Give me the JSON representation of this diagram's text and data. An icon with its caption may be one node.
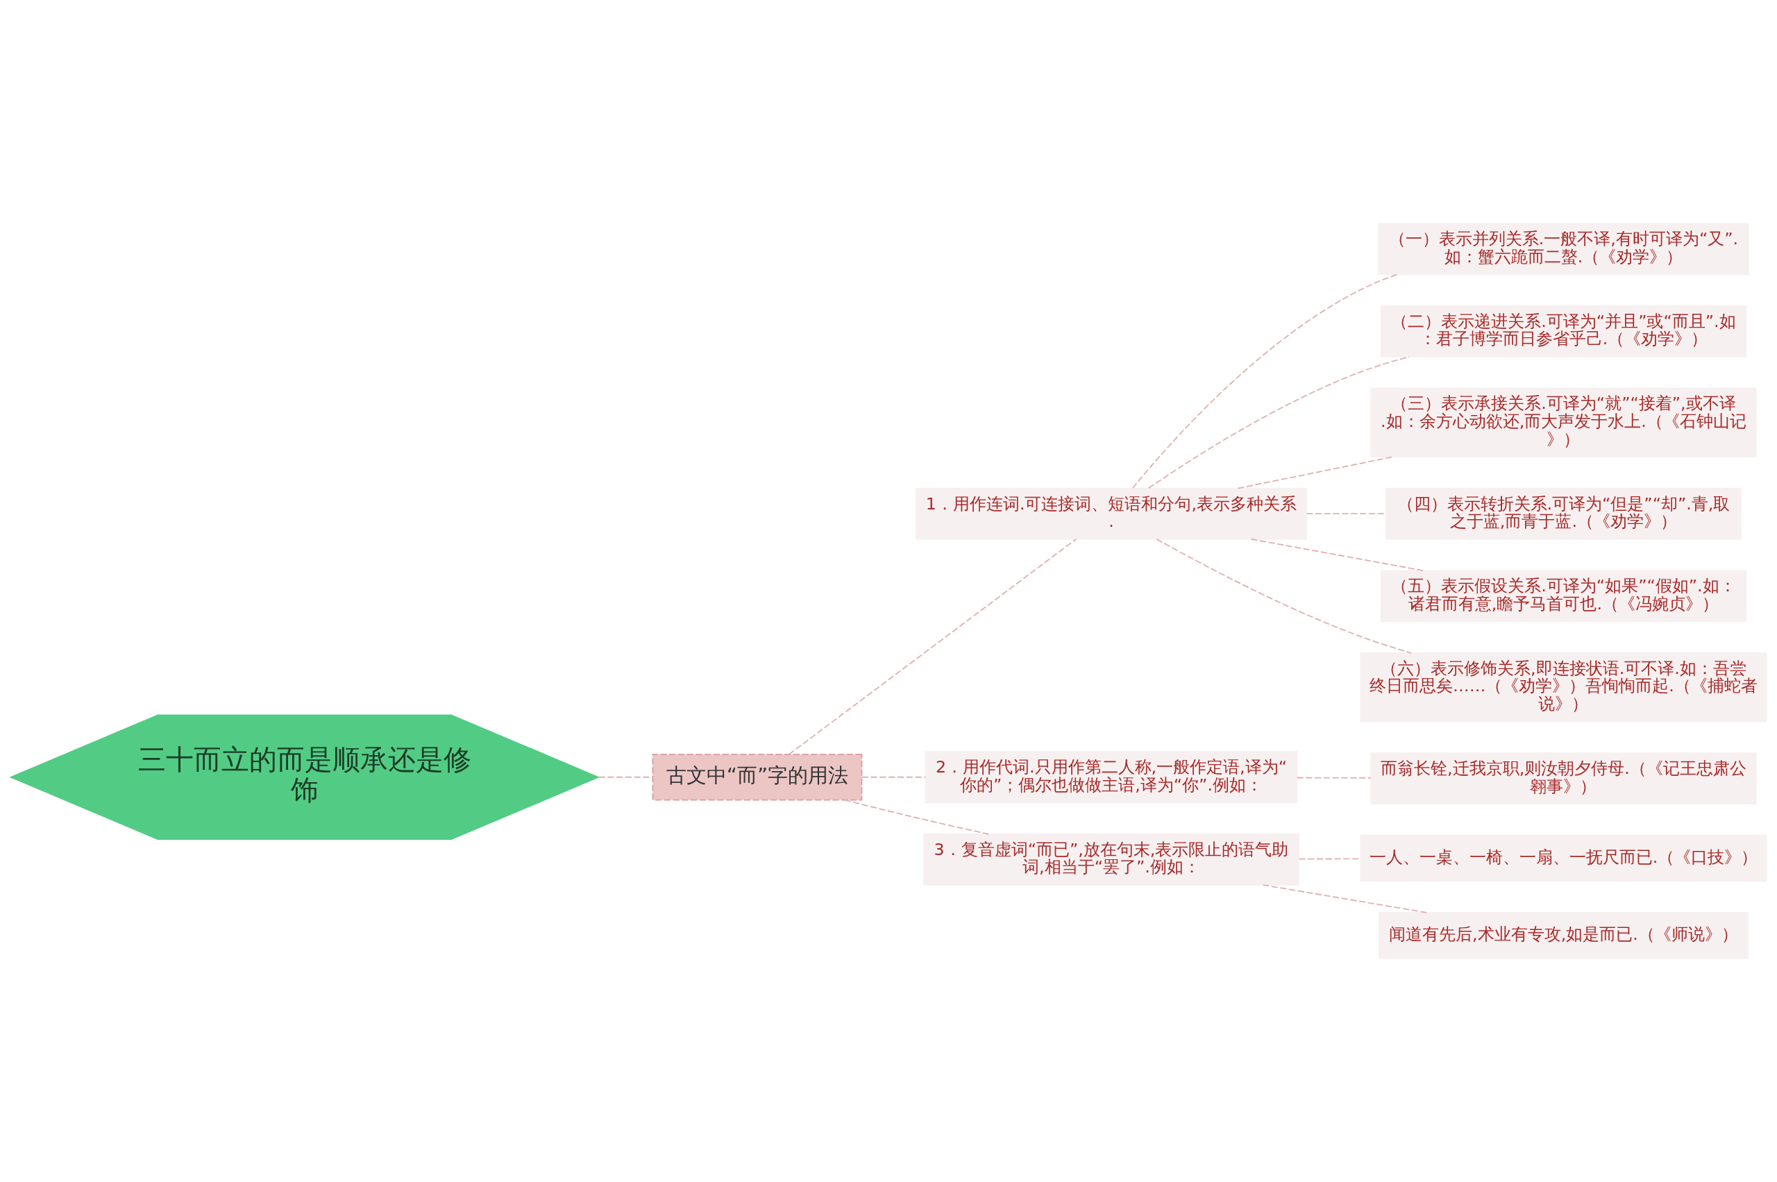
{
  "diagram": {
    "nodes": [
      {
        "text": [
          "三十而立的而是顺承还是修饰"
        ]
      },
      {
        "text": [
          "古文中“而”字的用法"
        ]
      },
      {
        "text": [
          "1．用作连词.可连接词、短语和分句,表示多种关系."
        ]
      },
      {
        "text": [
          "（一）表示并列关系.一般不译,有时可译为“又”.如：蟹六跪而二螯.（《劝学》）"
        ]
      },
      {
        "text": [
          "（二）表示递进关系.可译为“并且”或“而且”.如：君子博学而日参省乎己.（《劝学》）"
        ]
      },
      {
        "text": [
          "（三）表示承接关系.可译为“就”“接着”,或不译.如：余方心动欲还,而大声发于水上.（《石钟山记》）"
        ]
      },
      {
        "text": [
          "（四）表示转折关系.可译为“但是”“却”.青,取之于蓝,而青于蓝.（《劝学》）"
        ]
      },
      {
        "text": [
          "（五）表示假设关系.可译为“如果”“假如”.如：诸君而有意,瞻予马首可也.（《冯婉贞》）"
        ]
      },
      {
        "text": [
          "（六）表示修饰关系,即连接状语.可不译.如：吾尝终日而思矣……（《劝学》）吾恂恂而起.（《捕蛇者说》）"
        ]
      },
      {
        "text": [
          "2．用作代词.只用作第二人称,一般作定语,译为“你的”；偶尔也做做主语,译为“你”.例如："
        ]
      },
      {
        "text": [
          "而翁长铨,迁我京职,则汝朝夕侍母.（《记王忠肃公翱事》）"
        ]
      },
      {
        "text": [
          "3．复音虚词“而已”,放在句末,表示限止的语气助词,相当于“罢了”.例如："
        ]
      },
      {
        "text": [
          "一人、一桌、一椅、一扇、一抚尺而已.（《口技》）"
        ]
      },
      {
        "text": [
          "闻道有先后,术业有专攻,如是而已.（《师说》）"
        ]
      }
    ],
    "edges": [
      {
        "from": 0,
        "to": 1,
        "arrow": "none",
        "style": "dashed"
      },
      {
        "from": 1,
        "to": 2,
        "arrow": "none",
        "style": "dashed"
      },
      {
        "from": 2,
        "to": 3,
        "arrow": "none",
        "style": "dashed"
      },
      {
        "from": 2,
        "to": 4,
        "arrow": "none",
        "style": "dashed"
      },
      {
        "from": 2,
        "to": 5,
        "arrow": "none",
        "style": "dashed"
      },
      {
        "from": 2,
        "to": 6,
        "arrow": "none",
        "style": "dashed"
      },
      {
        "from": 2,
        "to": 7,
        "arrow": "none",
        "style": "dashed"
      },
      {
        "from": 2,
        "to": 8,
        "arrow": "none",
        "style": "dashed"
      },
      {
        "from": 1,
        "to": 9,
        "arrow": "none",
        "style": "dashed"
      },
      {
        "from": 9,
        "to": 10,
        "arrow": "none",
        "style": "dashed"
      },
      {
        "from": 1,
        "to": 11,
        "arrow": "none",
        "style": "dashed"
      },
      {
        "from": 11,
        "to": 12,
        "arrow": "none",
        "style": "dashed"
      },
      {
        "from": 11,
        "to": 13,
        "arrow": "none",
        "style": "dashed"
      }
    ]
  }
}
